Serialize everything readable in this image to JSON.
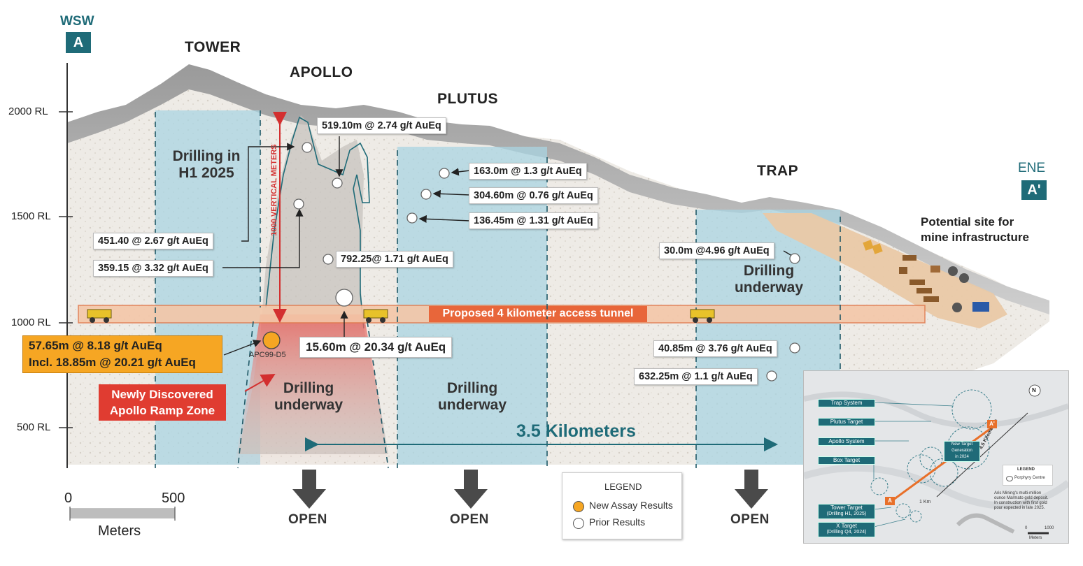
{
  "section": {
    "left_direction": "WSW",
    "left_marker": "A",
    "right_direction": "ENE",
    "right_marker": "A'"
  },
  "targets": {
    "tower": "TOWER",
    "apollo": "APOLLO",
    "plutus": "PLUTUS",
    "trap": "TRAP"
  },
  "elevation_ticks": [
    "2000 RL",
    "1500 RL",
    "1000 RL",
    "500 RL"
  ],
  "vertical_label": "1000 VERTICAL METERS",
  "results": {
    "r1": "519.10m @ 2.74 g/t AuEq",
    "r2": "163.0m @ 1.3 g/t AuEq",
    "r3": "304.60m @ 0.76 g/t AuEq",
    "r4": "136.45m @ 1.31 g/t AuEq",
    "r5": "451.40 @ 2.67 g/t AuEq",
    "r6": "359.15 @ 3.32 g/t AuEq",
    "r7": "792.25@ 1.71 g/t AuEq",
    "r8": "30.0m @4.96 g/t AuEq",
    "r9": "15.60m @ 20.34 g/t AuEq",
    "r10": "40.85m @ 3.76 g/t AuEq",
    "r11": "632.25m @ 1.1 g/t AuEq"
  },
  "new_assay": {
    "line1": "57.65m @ 8.18 g/t AuEq",
    "line2": "Incl. 18.85m @ 20.21 g/t AuEq",
    "hole": "APC99-D5"
  },
  "ramp_zone": {
    "line1": "Newly Discovered",
    "line2": "Apollo Ramp Zone"
  },
  "status": {
    "tower_line1": "Drilling in",
    "tower_line2": "H1 2025",
    "apollo_line1": "Drilling",
    "apollo_line2": "underway",
    "plutus_line1": "Drilling",
    "plutus_line2": "underway",
    "trap_line1": "Drilling",
    "trap_line2": "underway"
  },
  "tunnel_label": "Proposed 4 kilometer access tunnel",
  "infrastructure": {
    "line1": "Potential site for",
    "line2": "mine infrastructure"
  },
  "distance_label": "3.5 Kilometers",
  "open_label": "OPEN",
  "scale": {
    "min": "0",
    "max": "500",
    "unit": "Meters"
  },
  "legend": {
    "title": "LEGEND",
    "new": "New Assay Results",
    "prior": "Prior Results"
  },
  "inset": {
    "north": "N",
    "trap": "Trap System",
    "plutus": "Plutus Target",
    "apollo": "Apollo System",
    "box": "Box Target",
    "tower_line1": "Tower Target",
    "tower_line2": "(Drilling H1, 2025)",
    "x_line1": "X Target",
    "x_line2": "(Drilling Q4, 2024)",
    "new_target_line1": "New Target",
    "new_target_line2": "Generation",
    "new_target_line3": "in 2024",
    "legend_title": "LEGEND",
    "legend_item": "Porphyry Centre",
    "distance": "4.5 Kilometers",
    "one_km": "1 Km",
    "marmato_line1": "Aris Mining's multi-million",
    "marmato_line2": "ounce Marmato gold deposit.",
    "marmato_line3": "In construction with first gold",
    "marmato_line4": "pour expected in late 2025.",
    "scale_min": "0",
    "scale_max": "1000",
    "scale_unit": "Meters",
    "marker_a": "A",
    "marker_a2": "A'"
  },
  "colors": {
    "teal": "#1f6b78",
    "target_zone": "#a9d4e2",
    "new_assay": "#f6a623",
    "ramp_red": "#e03c31",
    "tunnel": "#f4c7a8"
  }
}
